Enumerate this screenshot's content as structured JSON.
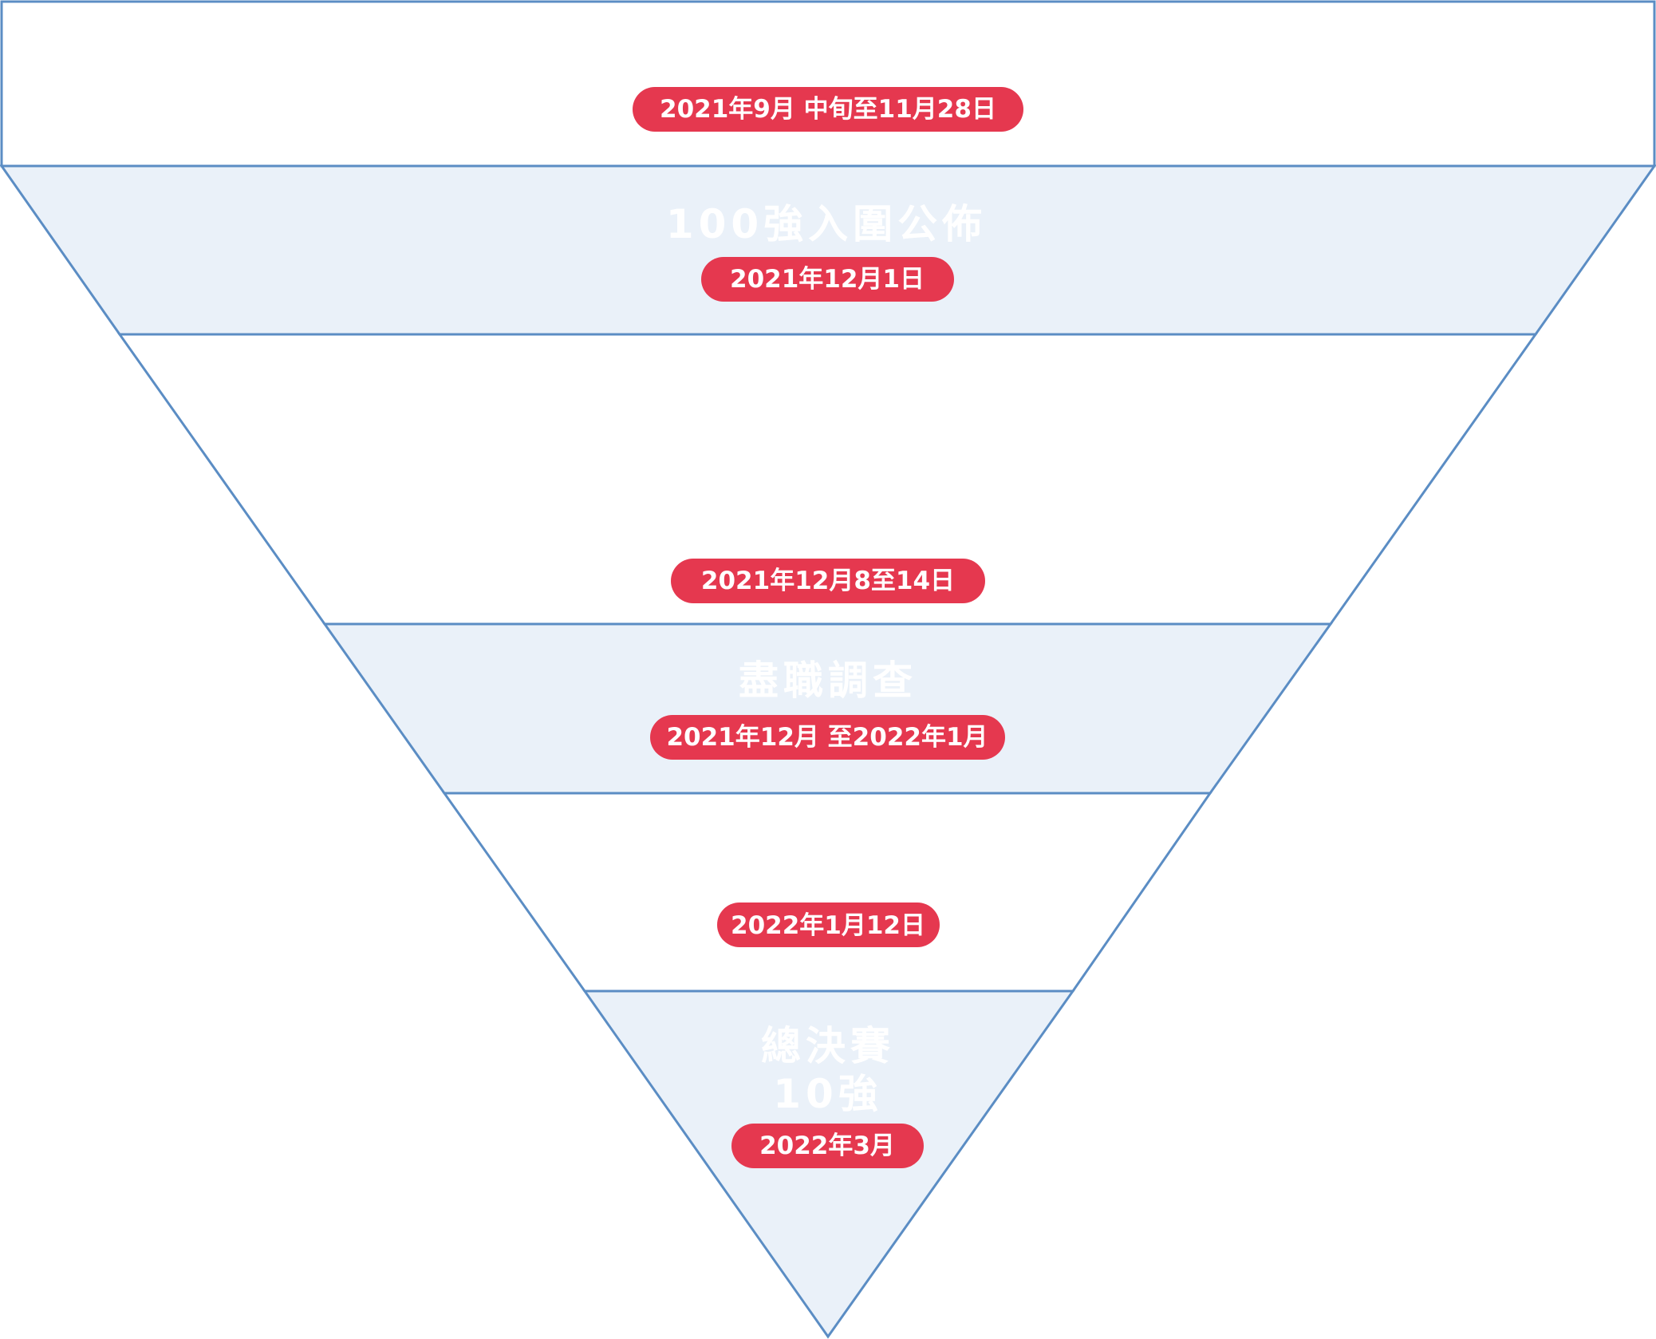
{
  "stages": [
    {
      "title": [],
      "date": "2021年9月 中旬至11月28日"
    },
    {
      "title": [
        "100強入圍公佈"
      ],
      "date": "2021年12月1日"
    },
    {
      "title": [],
      "date": "2021年12月8至14日"
    },
    {
      "title": [
        "盡職調查"
      ],
      "date": "2021年12月 至2022年1月"
    },
    {
      "title": [],
      "date": "2022年1月12日"
    },
    {
      "title": [
        "總決賽",
        "10強"
      ],
      "date": "2022年3月"
    }
  ],
  "colors": {
    "line": "#5b8dc4",
    "band_fill": "#eaf1f9",
    "plain_fill": "#ffffff",
    "pill": "#e5384f",
    "title_text": "#ffffff",
    "pill_text": "#ffffff"
  }
}
